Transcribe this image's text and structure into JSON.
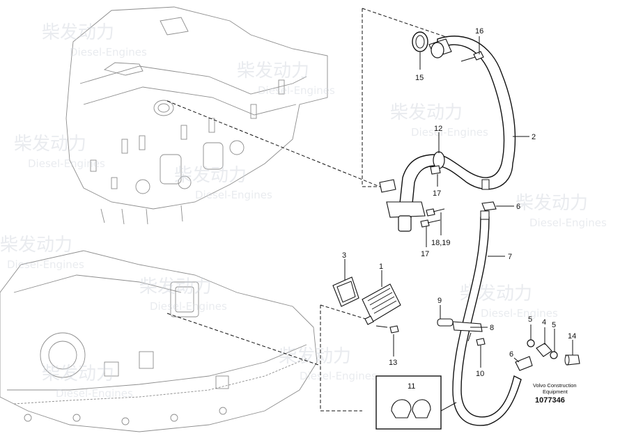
{
  "callouts": {
    "c16": "16",
    "c15": "15",
    "c2": "2",
    "c12": "12",
    "c17a": "17",
    "c6a": "6",
    "c18_19": "18,19",
    "c17b": "17",
    "c7": "7",
    "c3": "3",
    "c1": "1",
    "c9": "9",
    "c8": "8",
    "c5a": "5",
    "c4": "4",
    "c5b": "5",
    "c14": "14",
    "c6b": "6",
    "c10": "10",
    "c13": "13",
    "c11": "11"
  },
  "caption": {
    "line1": "Volvo Construction",
    "line2": "Equipment",
    "number": "1077346"
  },
  "watermark": {
    "brand": "柴发动力",
    "sub": "Diesel-Engines"
  }
}
